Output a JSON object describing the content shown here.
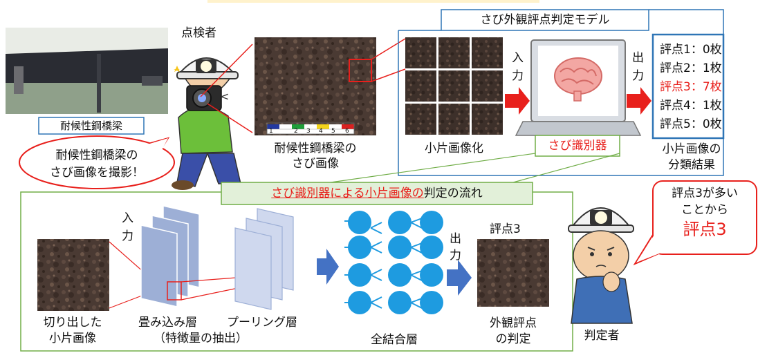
{
  "colors": {
    "red": "#e8201c",
    "model_border": "#2e75b6",
    "flow_border": "#70ad47",
    "green_label_bg": "#e2f0d9",
    "node_blue": "#1e9be0",
    "arrow_blue": "#4472c4",
    "result_border": "#2e75b6",
    "conv_layer": "#9dafd6",
    "pool_layer": "#cfd8ee",
    "bridge_caption_border": "#2e75b6",
    "top_strip": "#fff2cc"
  },
  "icons": [
    "photo-bridge",
    "inspector-illustration",
    "camera-icon",
    "rust-photo",
    "laptop-icon",
    "brain-icon",
    "neural-network-icon",
    "judge-illustration"
  ],
  "top": {
    "bridge_caption": "耐候性鋼橋梁",
    "inspector_label": "点検者",
    "speech_left_line1": "耐候性鋼橋梁の",
    "speech_left_line2": "さび画像を撮影！",
    "rust_image_caption_line1": "耐候性鋼橋梁の",
    "rust_image_caption_line2": "さび画像",
    "scale_numbers": [
      "1",
      "2",
      "3",
      "4",
      "5",
      "6"
    ]
  },
  "model": {
    "title": "さび外観評点判定モデル",
    "patch_caption": "小片画像化",
    "input_label": [
      "入",
      "力"
    ],
    "output_label": [
      "出",
      "力"
    ],
    "classifier_label": "さび識別器",
    "results": [
      {
        "text": "評点1：0枚",
        "highlight": false
      },
      {
        "text": "評点2：1枚",
        "highlight": false
      },
      {
        "text": "評点3：7枚",
        "highlight": true
      },
      {
        "text": "評点4：1枚",
        "highlight": false
      },
      {
        "text": "評点5：0枚",
        "highlight": false
      }
    ],
    "result_caption_line1": "小片画像の",
    "result_caption_line2": "分類結果"
  },
  "flow": {
    "title_red": "さび識別器による小片画像の",
    "title_black": "判定の流れ",
    "input_label": [
      "入",
      "力"
    ],
    "crop_caption_line1": "切り出した",
    "crop_caption_line2": "小片画像",
    "conv_caption": "畳み込み層",
    "pool_caption": "プーリング層",
    "feature_caption": "（特徴量の抽出）",
    "fc_caption": "全結合層",
    "output_label": [
      "出",
      "力"
    ],
    "score_label": "評点3",
    "judge_caption_line1": "外観評点",
    "judge_caption_line2": "の判定"
  },
  "judge": {
    "speech_line1": "評点3が多い",
    "speech_line2": "ことから",
    "speech_line3": "評点3",
    "label": "判定者"
  }
}
